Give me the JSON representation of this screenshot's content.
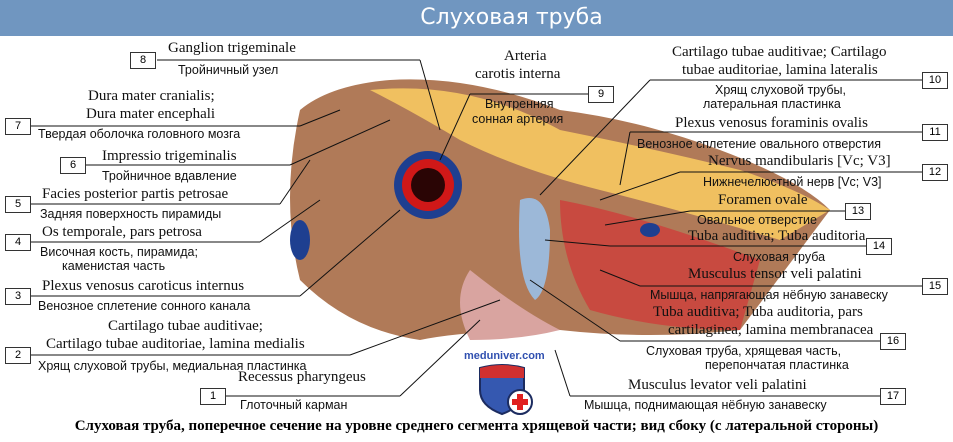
{
  "header": {
    "title": "Слуховая труба"
  },
  "labels": [
    {
      "n": "1",
      "la": [
        "Recessus pharyngeus"
      ],
      "ru": [
        "Глоточный карман"
      ]
    },
    {
      "n": "2",
      "la": [
        "Cartilago tubae auditivae;",
        "Cartilago tubae auditoriae, lamina medialis"
      ],
      "ru": [
        "Хрящ слуховой трубы, медиальная пластинка"
      ]
    },
    {
      "n": "3",
      "la": [
        "Plexus venosus caroticus internus"
      ],
      "ru": [
        "Венозное сплетение сонного канала"
      ]
    },
    {
      "n": "4",
      "la": [
        "Os temporale, pars petrosa"
      ],
      "ru": [
        "Височная кость, пирамида;",
        "каменистая часть"
      ]
    },
    {
      "n": "5",
      "la": [
        "Facies posterior partis petrosae"
      ],
      "ru": [
        "Задняя поверхность пирамиды"
      ]
    },
    {
      "n": "6",
      "la": [
        "Impressio trigeminalis"
      ],
      "ru": [
        "Тройничное вдавление"
      ]
    },
    {
      "n": "7",
      "la": [
        "Dura mater cranialis;",
        "Dura mater encephali"
      ],
      "ru": [
        "Твердая оболочка головного мозга"
      ]
    },
    {
      "n": "8",
      "la": [
        "Ganglion trigeminale"
      ],
      "ru": [
        "Тройничный узел"
      ]
    },
    {
      "n": "9",
      "la": [
        "Arteria",
        "carotis interna"
      ],
      "ru": [
        "Внутренняя",
        "сонная артерия"
      ]
    },
    {
      "n": "10",
      "la": [
        "Cartilago tubae auditivae; Cartilago",
        "tubae auditoriae, lamina lateralis"
      ],
      "ru": [
        "Хрящ слуховой трубы,",
        "латеральная пластинка"
      ]
    },
    {
      "n": "11",
      "la": [
        "Plexus venosus foraminis ovalis"
      ],
      "ru": [
        "Венозное сплетение овального отверстия"
      ]
    },
    {
      "n": "12",
      "la": [
        "Nervus mandibularis [Vc; V3]"
      ],
      "ru": [
        "Нижнечелюстной нерв [Vc; V3]"
      ]
    },
    {
      "n": "13",
      "la": [
        "Foramen ovale"
      ],
      "ru": [
        "Овальное отверстие"
      ]
    },
    {
      "n": "14",
      "la": [
        "Tuba auditiva; Tuba auditoria"
      ],
      "ru": [
        "Слуховая труба"
      ]
    },
    {
      "n": "15",
      "la": [
        "Musculus tensor veli palatini"
      ],
      "ru": [
        "Мышца, напрягающая нёбную занавеску"
      ]
    },
    {
      "n": "16",
      "la": [
        "Tuba auditiva; Tuba auditoria, pars",
        "cartilaginea, lamina membranacea"
      ],
      "ru": [
        "Слуховая труба, хрящевая часть,",
        "перепончатая пластинка"
      ]
    },
    {
      "n": "17",
      "la": [
        "Musculus levator veli palatini"
      ],
      "ru": [
        "Мышца, поднимающая нёбную занавеску"
      ]
    }
  ],
  "watermark": "meduniver.com",
  "caption": "Слуховая труба, поперечное сечение на уровне среднего сегмента хрящевой части; вид сбоку (с латеральной стороны)"
}
